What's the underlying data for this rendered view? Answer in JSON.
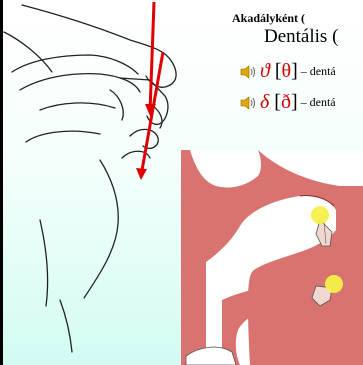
{
  "heading": "Akadályként (",
  "subheading": "Dentális (",
  "sounds": [
    {
      "symbol": "ϑ",
      "ipa_open": "[",
      "ipa": "θ",
      "ipa_close": "]",
      "description": "– dentá"
    },
    {
      "symbol": "δ",
      "ipa_open": "[",
      "ipa": "ð",
      "ipa_close": "]",
      "description": "– dentá"
    }
  ],
  "icons": {
    "speaker": "speaker-icon"
  },
  "colors": {
    "accent_red": "#d00000",
    "tissue": "#d9736f",
    "highlight": "#f4f04a"
  }
}
